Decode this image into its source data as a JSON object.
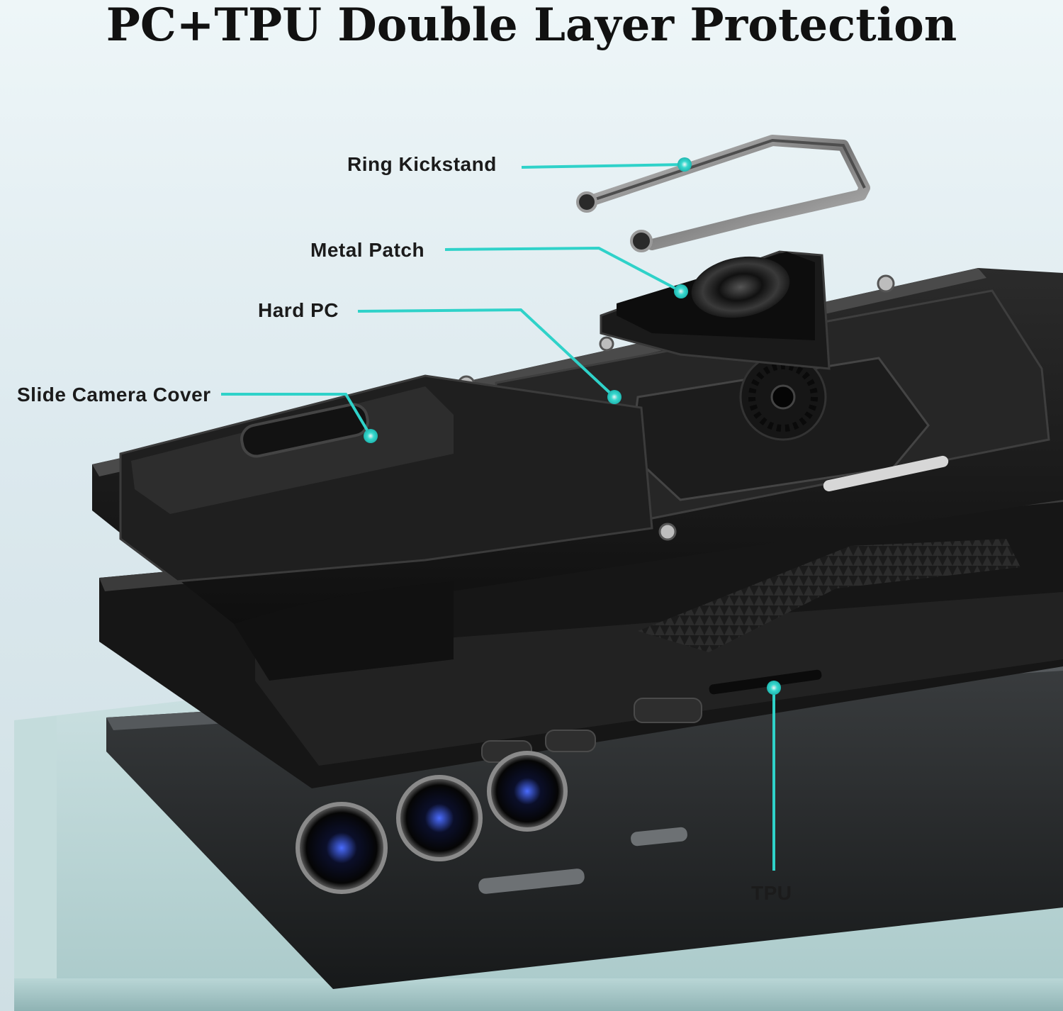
{
  "headline": "PC+TPU Double Layer Protection",
  "callouts": {
    "ring_kickstand": "Ring Kickstand",
    "metal_patch": "Metal Patch",
    "hard_pc": "Hard PC",
    "slide_camera_cover": "Slide Camera Cover",
    "tpu": "TPU"
  },
  "colors": {
    "accent": "#2fd2c9",
    "case": "#1a1a1a",
    "background": "#e3eef1"
  }
}
